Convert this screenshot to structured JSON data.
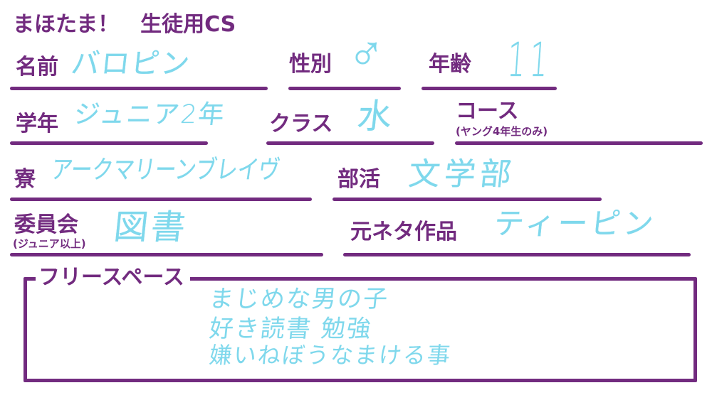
{
  "header": {
    "title": "まほたま！　生徒用CS"
  },
  "theme": {
    "accent_color": "#722b7f",
    "handwriting_color": "#7fd8ec",
    "background": "#ffffff"
  },
  "fields": {
    "name": {
      "label": "名前",
      "value": "バロピン"
    },
    "gender": {
      "label": "性別",
      "value": "♂"
    },
    "age": {
      "label": "年齢",
      "value": "11"
    },
    "grade": {
      "label": "学年",
      "value": "ジュニア2年"
    },
    "class": {
      "label": "クラス",
      "value": "水"
    },
    "course": {
      "label": "コース",
      "note": "(ヤング4年生のみ)",
      "value": ""
    },
    "dorm": {
      "label": "寮",
      "value": "アークマリーンブレイヴ"
    },
    "club": {
      "label": "部活",
      "value": "文学部"
    },
    "committee": {
      "label": "委員会",
      "note": "(ジュニア以上)",
      "value": "図書"
    },
    "source_work": {
      "label": "元ネタ作品",
      "value": "ティーピン"
    }
  },
  "free_space": {
    "label": "フリースペース",
    "lines": [
      "まじめな男の子",
      "好き読書 勉強",
      "嫌いねぼうなまける事"
    ]
  }
}
